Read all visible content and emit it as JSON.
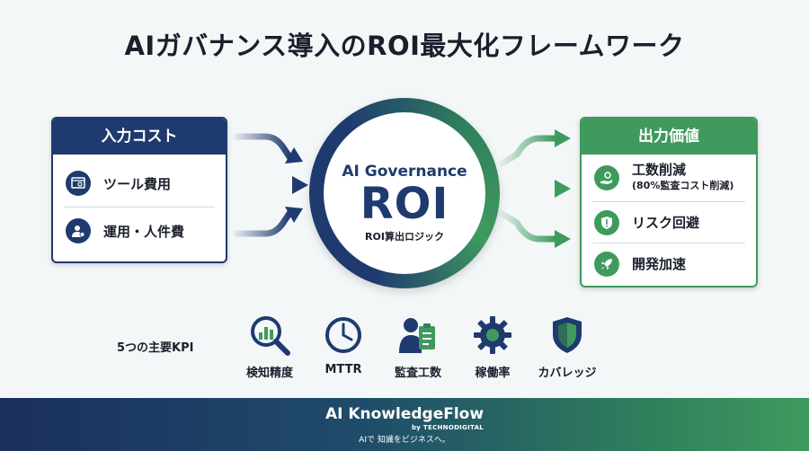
{
  "title": "AIガバナンス導入のROI最大化フレームワーク",
  "input_card": {
    "header": "入力コスト",
    "items": [
      {
        "label": "ツール費用",
        "icon": "browser-search-icon"
      },
      {
        "label": "運用・人件費",
        "icon": "person-icon"
      }
    ]
  },
  "center": {
    "line1": "AI Governance",
    "line2": "ROI",
    "line3": "ROI算出ロジック"
  },
  "output_card": {
    "header": "出力価値",
    "items": [
      {
        "label": "工数削減",
        "sub": "(80%監査コスト削減)",
        "icon": "hand-gear-icon"
      },
      {
        "label": "リスク回避",
        "icon": "shield-alert-icon"
      },
      {
        "label": "開発加速",
        "icon": "rocket-icon"
      }
    ]
  },
  "kpi": {
    "label": "5つの主要KPI",
    "items": [
      {
        "label": "検知精度",
        "icon": "magnifier-chart-icon"
      },
      {
        "label": "MTTR",
        "icon": "clock-icon"
      },
      {
        "label": "監査工数",
        "icon": "auditor-clipboard-icon"
      },
      {
        "label": "稼働率",
        "icon": "gear-icon"
      },
      {
        "label": "カバレッジ",
        "icon": "shield-icon"
      }
    ]
  },
  "footer": {
    "brand": "AI KnowledgeFlow",
    "by": "by TECHNODIGITAL",
    "tagline": "AIで 知識をビジネスへ。"
  },
  "colors": {
    "navy": "#1f3a6e",
    "green": "#3f9a5e",
    "background": "#f4f7f8"
  }
}
